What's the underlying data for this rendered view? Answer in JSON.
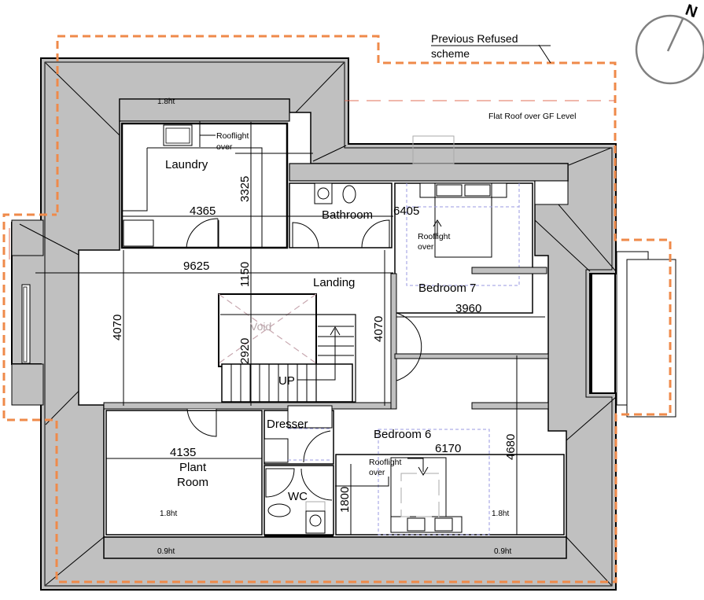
{
  "plan": {
    "legend": {
      "previous_refused_line1": "Previous Refused",
      "previous_refused_line2": "scheme",
      "flat_roof": "Flat Roof over GF Level"
    },
    "compass": {
      "north_label": "N"
    },
    "rooms": {
      "laundry": "Laundry",
      "bathroom": "Bathroom",
      "landing": "Landing",
      "bedroom7": "Bedroom 7",
      "bedroom6": "Bedroom 6",
      "dresser": "Dresser",
      "wc": "WC",
      "plant_room_line1": "Plant",
      "plant_room_line2": "Room",
      "void": "Void",
      "stairs_up": "UP"
    },
    "notes": {
      "rooflight_line1": "Rooflight",
      "rooflight_line2": "over",
      "ht_18": "1.8ht",
      "ht_09": "0.9ht"
    },
    "dimensions": {
      "laundry_height": "3325",
      "laundry_width": "4365",
      "bedroom7_span": "6405",
      "landing_width": "9625",
      "landing_gap": "1150",
      "landing_left_height": "4070",
      "landing_right_height": "4070",
      "void_height": "2920",
      "bedroom7_width": "3960",
      "plant_room_width": "4135",
      "bedroom6_width": "6170",
      "bedroom6_height": "4680",
      "bedroom6_alcove": "1800"
    },
    "colors": {
      "roof_fill": "#c0c0c0",
      "wall": "#000000",
      "refused_line": "#ef8a4a",
      "flat_roof_line": "#e0705a",
      "furniture_dash": "#9a9ae0",
      "compass": "#808080"
    }
  }
}
